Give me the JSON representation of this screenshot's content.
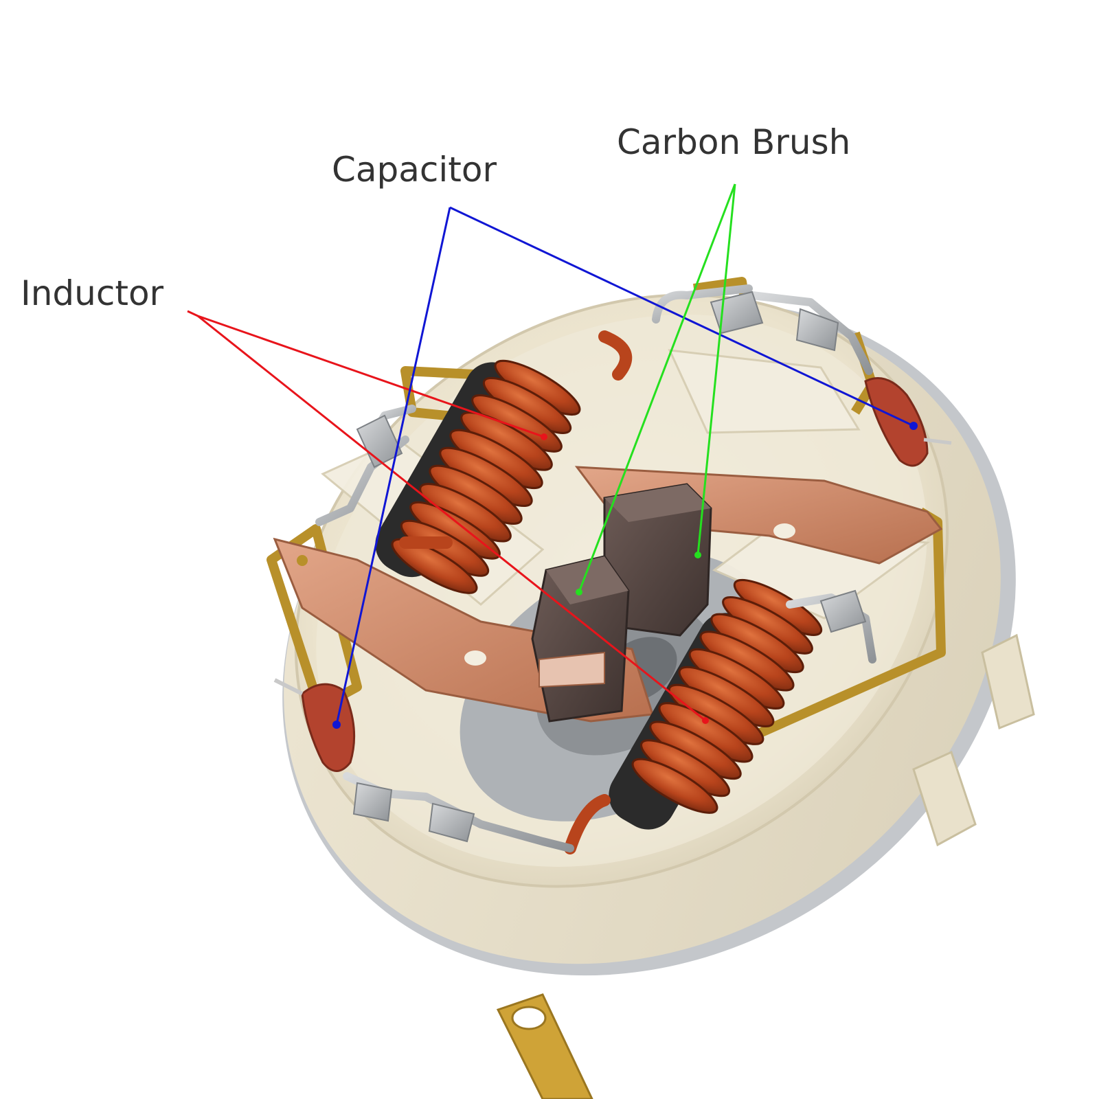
{
  "labels": {
    "inductor": "Inductor",
    "capacitor": "Capacitor",
    "carbon_brush": "Carbon Brush"
  },
  "colors": {
    "inductor_line": "#e8141b",
    "capacitor_line": "#1016d4",
    "carbon_brush_line": "#25e01f",
    "label_text": "#333333",
    "copper_coil": "#b8441c",
    "housing": "#eee6d2",
    "copper_plate": "#c9866a",
    "brass": "#b8902a",
    "carbon_block": "#5a4a46",
    "metal": "#b9bcc0"
  }
}
